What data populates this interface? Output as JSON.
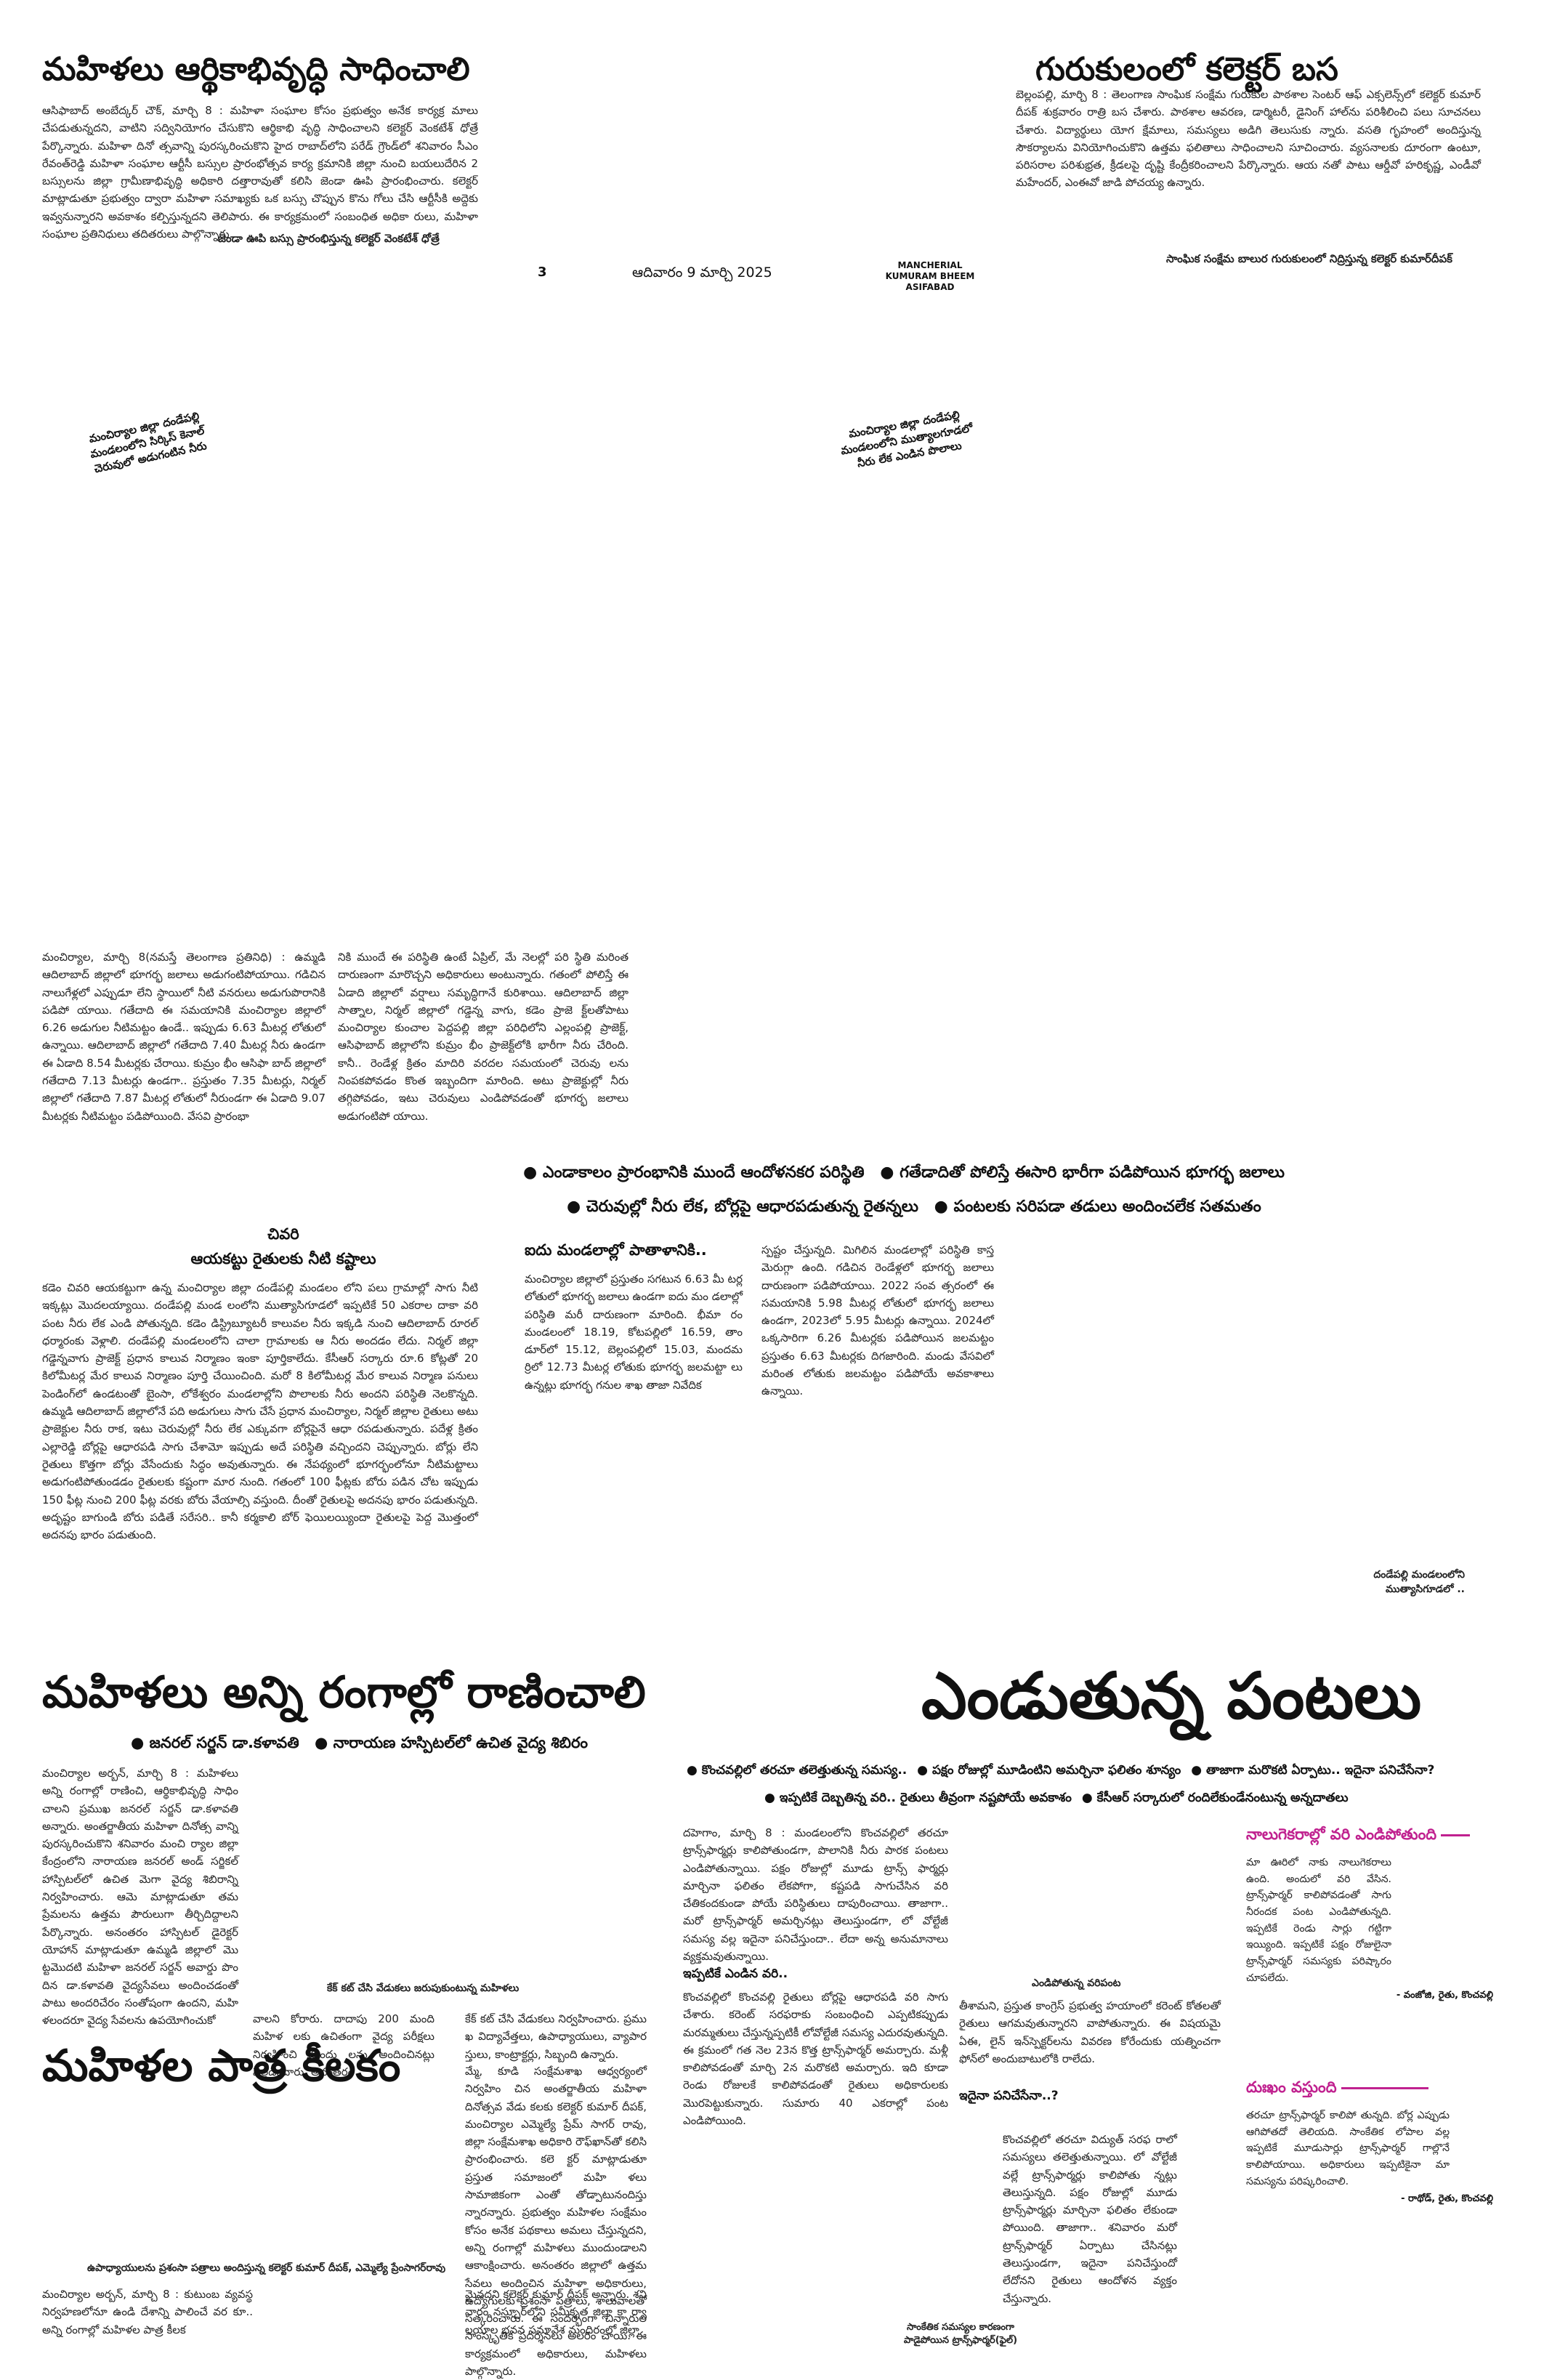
{
  "masthead": {
    "page_no": "3",
    "date": "ఆదివారం 9 మార్చి 2025",
    "edition": [
      "MANCHERIAL",
      "KUMURAM BHEEM",
      "ASIFABAD"
    ]
  },
  "art1": {
    "title": "మహిళలు ఆర్థికాభివృద్ధి సాధించాలి",
    "body": "ఆసిఫాబాద్ అంబేద్కర్ చౌక్, మార్చి 8 : మహిళా సంఘాల కోసం ప్రభుత్వం అనేక కార్యక్ర మాలు చేపడుతున్నదని, వాటిని సద్వినియోగం చేసుకొని ఆర్థికాభి వృద్ధి సాధించాలని కలెక్టర్ వెంకటేశ్ ధోత్రే పేర్కొన్నారు. మహిళా దినో త్సవాన్ని పురస్కరించుకొని హైద రాబాద్‌లోని పరేడ్ గ్రౌండ్‌లో శనివారం సీఎం రేవంత్‌రెడ్డి మహిళా సంఘాల ఆర్టీసీ బస్సుల ప్రారంభోత్సవ కార్య క్రమానికి జిల్లా నుంచి బయలుదేరిన 2 బస్సులను జిల్లా గ్రామీణాభివృద్ధి అధికారి దత్తారావుతో కలిసి జెండా ఊపి ప్రారంభించారు. కలెక్టర్ మాట్లాడుతూ ప్రభుత్వం ద్వారా మహిళా సమాఖ్యకు ఒక బస్సు చొప్పున కొను గోలు చేసి ఆర్టీసీకి అద్దెకు ఇవ్వనున్నారని అవకాశం కల్పిస్తున్నదని తెలిపారు. ఈ కార్యక్రమంలో సంబంధిత అధికా రులు, మహిళా సంఘాల ప్రతినిధులు తదితరులు పాల్గొన్నారు.",
    "caption": "జెండా ఊపి బస్సు ప్రారంభిస్తున్న కలెక్టర్ వెంకటేశ్ ధోత్రే"
  },
  "art2": {
    "title": "గురుకులంలో కలెక్టర్ బస",
    "body": "బెల్లంపల్లి, మార్చి 8 : తెలంగాణ సాంఘిక సంక్షేమ గురుకుల పాఠశాల సెంటర్ ఆఫ్ ఎక్సలెన్స్‌లో కలెక్టర్ కుమార్ దీపక్ శుక్రవారం రాత్రి బస చేశారు. పాఠశాల ఆవరణ, డార్మిటరీ, డైనింగ్ హాల్‌ను పరిశీలించి పలు సూచనలు చేశారు. విద్యార్థులు యోగ క్షేమాలు, సమస్యలు అడిగి తెలుసుకు న్నారు. వసతి గృహంలో అందిస్తున్న సౌకర్యాలను వినియోగించుకొని ఉత్తమ ఫలితాలు సాధించాలని సూచించారు. వ్యసనాలకు దూరంగా ఉంటూ, పరిసరాల పరిశుభ్రత, క్రీడలపై దృష్టి కేంద్రీకరించాలని పేర్కొన్నారు. ఆయ నతో పాటు ఆర్డీవో హరికృష్ణ, ఎండీవో మహేందర్, ఎంఈవో జాడి పోచయ్య ఉన్నారు.",
    "caption": "సాంఘిక సంక్షేమ బాలుర గురుకులంలో నిద్రిస్తున్న కలెక్టర్ కుమార్‌దీపక్"
  },
  "rot_caption1": [
    "మంచిర్యాల జిల్లా దండేపల్లి",
    "మండలంలోని సిర్కిస్ కెనాల్",
    "చెరువులో అడుగంటిన నీరు"
  ],
  "rot_caption2": [
    "మంచిర్యాల జిల్లా దండేపల్లి",
    "మండలంలోని ముత్యాలగూడలో",
    "నీరు లేక ఎండిన పొలాలు"
  ],
  "ground": {
    "col1": "మంచిర్యాల, మార్చి 8(నమస్తే తెలంగాణ ప్రతినిధి) : ఉమ్మడి ఆదిలాబాద్ జిల్లాలో భూగర్భ జలాలు అడుగంటిపోయాయి. గడిచిన నాలుగేళ్లలో ఎప్పుడూ లేని స్థాయిలో నీటి వనరులు అడుగుపొరానికి పడిపో యాయి. గతేదాది ఈ సమయానికి మంచిర్యాల జిల్లాలో 6.26 అడుగుల నీటిమట్టం ఉండే.. ఇప్పుడు 6.63 మీటర్ల లోతులో ఉన్నాయి. ఆదిలాబాద్ జిల్లాలో గతేదాది 7.40 మీటర్ల నీరు ఉండగా ఈ ఏడాది 8.54 మీటర్లకు చేరాయి. కుమ్రం భీం ఆసిఫా బాద్ జిల్లాలో గతేదాది 7.13 మీటర్లు ఉండగా.. ప్రస్తుతం 7.35 మీటర్లు, నిర్మల్ జిల్లాలో గతేదాది 7.87 మీటర్ల లోతులో నీరుండగా ఈ ఏడాది 9.07 మీటర్లకు నీటిమట్టం పడిపోయింది. వేసవి ప్రారంభా",
    "col2": "నికి ముందే ఈ పరిస్థితి ఉంటే ఏప్రిల్, మే నెలల్లో పరి స్థితి మరింత దారుణంగా మారొచ్చని అధికారులు అంటున్నారు. గతంలో పోలిస్తే ఈ ఏడాది జిల్లాలో వర్షాలు సమృద్ధిగానే కురిశాయి. ఆదిలాబాద్ జిల్లా సాత్నాల, నిర్మల్ జిల్లాలో గడ్డెన్న వాగు, కడెం ప్రాజె క్ట్‌లతోపాటు మంచిర్యాల కుంచాల పెద్దపల్లి జిల్లా పరిధిలోని ఎల్లంపల్లి ప్రాజెక్ట్, ఆసిఫాబాద్ జిల్లాలోని కుమ్రం భీం ప్రాజెక్ట్‌లోకి భారీగా నీరు చేరింది. కానీ.. రెండేళ్ల క్రితం మాదిరి వరదల సమయంలో చెరువు లను నింపకపోవడం కొంత ఇబ్బందిగా మారింది. అటు ప్రాజెక్టుల్లో నీరు తగ్గిపోవడం, ఇటు చెరువులు ఎండిపోవడంతో భూగర్భ జలాలు అడుగంటిపో యాయి."
  },
  "ground_bullets": [
    "ఎండాకాలం ప్రారంభానికి ముందే ఆందోళనకర పరిస్థితి",
    "గతేడాదితో పోలిస్తే ఈసారి భారీగా పడిపోయిన భూగర్భ జలాలు",
    "చెరువుల్లో నీరు లేక, బోర్లపై ఆధారపడుతున్న రైతన్నలు",
    "పంటలకు సరిపడా తడులు అందించలేక సతమతం"
  ],
  "five": {
    "sub": "ఐదు మండలాల్లో పాతాళానికి..",
    "col1": "మంచిర్యాల జిల్లాలో ప్రస్తుతం సగటున 6.63 మీ టర్ల లోతులో భూగర్భ జలాలు ఉండగా ఐదు మం డలాల్లో పరిస్థితి మరీ దారుణంగా మారింది. భీమా రం మండలంలో 18.19, కోటపల్లిలో 16.59, తాం డూర్‌లో 15.12, బెల్లంపల్లిలో 15.03, మందమ ర్రిలో 12.73 మీటర్ల లోతుకు భూగర్భ జలమట్టా లు ఉన్నట్లు భూగర్భ గనుల శాఖ తాజా నివేదిక",
    "col2": "స్పష్టం చేస్తున్నది. మిగిలిన మండలాల్లో పరిస్థితి కాస్త మెరుగ్గా ఉంది. గడిచిన రెండేళ్లలో భూగర్భ జలాలు దారుణంగా పడిపోయాయి. 2022 సంవ త్సరంలో ఈ సమయానికి 5.98 మీటర్ల లోతులో భూగర్భ జలాలు ఉండగా, 2023లో 5.95 మీటర్లు ఉన్నాయి. 2024లో ఒక్కసారిగా 6.26 మీటర్లకు పడిపోయిన జలమట్టం ప్రస్తుతం 6.63 మీటర్లకు దిగజారింది. మండు వేసవిలో మరింత లోతుకు జలమట్టం పడిపోయే అవకాశాలు ఉన్నాయి."
  },
  "tail": {
    "kicker": "చివరి",
    "sub": "ఆయకట్టు రైతులకు నీటి కష్టాలు",
    "body": "కడెం చివరి ఆయకట్టుగా ఉన్న మంచిర్యాల జిల్లా దండేపల్లి మండలం లోని పలు గ్రామాల్లో సాగు నీటి ఇక్కట్లు మొదలయ్యాయి. దండేపల్లి మండ లంలోని ముత్యాసిగూడలో ఇప్పటికే 50 ఎకరాల దాకా వరి పంట నీరు లేక ఎండి పోతున్నది. కడెం డిస్ట్రిబ్యూటరీ కాలువల నీరు ఇక్కడి నుంచి ఆదిలాబాద్ రూరల్ ధర్మారంకు వెళ్లాలి. దండేపల్లి మండలంలోని చాలా గ్రామాలకు ఆ నీరు అందడం లేదు. నిర్మల్ జిల్లా గడ్డెన్నవాగు ప్రాజెక్ట్ ప్రధాన కాలువ నిర్మాణం ఇంకా పూర్తికాలేదు. కేసీఆర్ సర్కారు రూ.6 కోట్లతో 20 కిలోమీటర్ల మేర కాలువ నిర్మాణం పూర్తి చేయించింది. మరో 8 కిలోమీటర్ల మేర కాలువ నిర్మాణ పనులు పెండింగ్‌లో ఉండటంతో బైంసా, లోకేశ్వరం మండలాల్లోని పొలాలకు నీరు అందని పరిస్థితి నెలకొన్నది. ఉమ్మడి ఆదిలాబాద్ జిల్లాలోనే పది అడుగులు సాగు చేసే ప్రధాన మంచిర్యాల, నిర్మల్ జిల్లాల రైతులు అటు ప్రాజెక్టుల నీరు రాక, ఇటు చెరువుల్లో నీరు లేక ఎక్కువగా బోర్లపైనే ఆధా రపడుతున్నారు. పదేళ్ల క్రితం ఎల్లారెడ్డి బోర్లపై ఆధారపడి సాగు చేశామో ఇప్పుడు అదే పరిస్థితి వచ్చిందని చెప్పున్నారు. బోర్లు లేని రైతులు కొత్తగా బోర్లు వేసేందుకు సిద్ధం అవుతున్నారు. ఈ నేపథ్యంలో భూగర్భంలోనూ నీటిమట్టాలు అడుగంటిపోతుండడం రైతులకు కష్టంగా మార నుంది. గతంలో 100 ఫీట్లకు బోరు పడిన చోట ఇప్పుడు 150 ఫీట్ల నుంచి 200 ఫీట్ల వరకు బోరు వేయాల్సి వస్తుంది. దీంతో రైతులపై అదనపు భారం పడుతున్నది. అదృష్టం బాగుండి బోరు పడితే సరేసరి.. కానీ కర్మకాలి బోర్ ఫెయిలయ్యిందా రైతులపై పెద్ద మొత్తంలో అదనపు భారం పడుతుంది."
  },
  "gr_caption": "దండేపల్లి మండలంలోని ముత్యాసిగూడలో ..",
  "art3": {
    "title": "మహిళలు అన్ని రంగాల్లో రాణించాలి",
    "bullets": [
      "జనరల్ సర్జన్ డా.కళావతి",
      "నారాయణ హస్పిటల్‌లో ఉచిత వైద్య శిబిరం"
    ],
    "col1": "మంచిర్యాల అర్బన్, మార్చి 8 : మహిళలు అన్ని రంగాల్లో రాణించి, ఆర్థికాభివృద్ధి సాధిం చాలని ప్రముఖ జనరల్ సర్జన్ డా.కళావతి అన్నారు. అంతర్జాతీయ మహిళా దినోత్స వాన్ని పురస్కరించుకొని శనివారం మంచి ర్యాల జిల్లా కేంద్రంలోని నారాయణ జనరల్ అండ్ సర్జికల్ హాస్పిటల్‌లో ఉచిత మెగా వైద్య శిబిరాన్ని నిర్వహించారు. ఆమె మాట్లాడుతూ తమ ప్రేమలను ఉత్తమ పౌరులుగా తీర్చిదిద్దాలని పేర్కొన్నారు. అనంతరం హాస్పిటల్ డైరెక్టర్ యోహాన్ మాట్లాడుతూ ఉమ్మడి జిల్లాలో మొ ట్టమొదటి మహిళా జనరల్ సర్జన్ అవార్డు పొం దిన డా.కళావతి వైద్యసేవలు అందించడంతో పాటు అందరిచేరం సంతోషంగా ఉందని, మహి ళలందరూ వైద్య సేవలను ఉపయోగించుకో",
    "col2": "వాలని కోరారు. దాదాపు 200 మంది మహిళ లకు ఉచితంగా వైద్య పరీక్షలు నిర్వహించి మందు లను అందించినట్లు వెల్లడించారు. అనంతరం",
    "col3": "కేక్ కట్ చేసి వేడుకలు నిర్వహించారు. ప్రము ఖ విద్యావేత్తలు, ఉపాధ్యాయులు, వ్యాపార స్తులు, కాంట్రాక్టర్లు, సిబ్బంది ఉన్నారు.",
    "caption": "కేక్ కట్ చేసి వేడుకలు జరుపుకుంటున్న మహిళలు"
  },
  "art4": {
    "title": "మహిళల పాత్ర కీలకం",
    "caption": "ఉపాధ్యాయులను ప్రశంసా పత్రాలు అందిస్తున్న కలెక్టర్ కుమార్ దీపక్, ఎమ్మెల్యే ప్రేంసాగర్‌రావు",
    "col_body": "మ్మే, కూడి సంక్షేమశాఖ ఆధ్వర్యంలో నిర్వహిం చిన అంతర్జాతీయ మహిళా దినోత్సవ వేడు కలకు కలెక్టర్ కుమార్ దీపక్, మంచిర్యాల ఎమ్మెల్యే ప్రేమ్ సాగర్ రావు, జిల్లా సంక్షేమశాఖ అధికారి రౌఫ్‌ఖాన్‌తో కలిసి ప్రారంభించారు. కలె క్టర్ మాట్లాడుతూ ప్రస్తుత సమాజంలో మహి ళలు సామాజికంగా ఎంతో తోడ్పాటునందిస్తు న్నారన్నారు. ప్రభుత్వం మహిళల సంక్షేమం కోసం అనేక పథకాలు అమలు చేస్తున్నదని, అన్ని రంగాల్లో మహిళలు ముందుండాలని ఆకాంక్షించారు. అనంతరం జిల్లాలో ఉత్తమ సేవలు అందించిన మహిళా అధికారులు, ఉద్యోగులకు ప్రశంసా పత్రాలు, శాలువాలతో సత్కరించారు. ఈ సందర్భంగా చిన్నారుల సాంస్కృతిక ప్రదర్శనలు అలరిం చాయి. ఈ కార్యక్రమంలో అధికారులు, మహిళలు పాల్గొన్నారు.",
    "col1": "మంచిర్యాల అర్బన్, మార్చి 8 : కుటుంబ వ్యవస్థ నిర్వహణలోనూ ఉండి దేశాన్ని పాలించే వర కూ.. అన్ని రంగాల్లో మహిళల పాత్ర కీలక",
    "col2": "మైనదని కలెక్టర్ కుమార్ దీపక్ అన్నారు. శని వారం నస్పూర్‌లోని సమీకృత జిల్లా కా ర్యా లయాల భవన సమావేశ మందిరంలో జిల్లా"
  },
  "art5": {
    "title": "ఎండుతున్న పంటలు",
    "bullets_row1": [
      "కొంచవల్లిలో తరచూ తలెత్తుతున్న సమస్య..",
      "పక్షం రోజుల్లో మూడింటిని అమర్చినా ఫలితం శూన్యం",
      "తాజాగా మరొకటి ఏర్పాటు.. ఇదైనా పనిచేసేనా?"
    ],
    "bullets_row2": [
      "ఇప్పటికే దెబ్బతిన్న వరి.. రైతులు తీవ్రంగా నష్టపోయే అవకాశం",
      "కేసీఆర్ సర్కారులో రందిలేకుండేనంటున్న అన్నదాతలు"
    ],
    "col1a": "దహెగాం, మార్చి 8 : మండలంలోని కొంచవల్లిలో తరచూ ట్రాన్స్‌ఫార్మర్లు కాలిపోతుండగా, పొలానికి నీరు పారక పంటలు ఎండిపోతున్నాయి. పక్షం రోజుల్లో మూడు ట్రాన్స్ ఫార్మర్లు మార్చినా ఫలితం లేకపోగా, కష్టపడి సాగుచేసిన వరి చేతికందకుండా పోయే పరిస్థితులు దాపురించాయి. తాజాగా.. మరో ట్రాన్స్‌ఫార్మర్ అమర్చినట్లు తెలుస్తుండగా, లో వోల్టేజీ సమస్య వల్ల ఇదైనా పనిచేస్తుందా.. లేదా అన్న అనుమానాలు వ్యక్తమవుతున్నాయి.",
    "sub1": "ఇప్పటికే ఎండిన వరి..",
    "col1b": "కొంచవల్లిలో కొంచవల్లి రైతులు బోర్లపై ఆధారపడి వరి సాగు చేశారు. కరెంట్ సరఫరాకు సంబంధించి ఎప్పటికప్పుడు మరమ్మతులు చేస్తున్నప్పటికీ లోవోల్టేజీ సమస్య ఎదురవుతున్నది. ఈ క్రమంలో గత నెల 23న కొత్త ట్రాన్స్‌ఫార్మర్ అమర్చారు. మళ్లీ కాలిపోవడంతో మార్చి 2న మరొకటి అమర్చారు. ఇది కూడా రెండు రోజులకే కాలిపోవడంతో రైతులు అధికారులకు మొరపెట్టుకున్నారు. సుమారు 40 ఎకరాల్లో పంట ఎండిపోయింది.",
    "sub2": "ఎండిపోతున్న వరిపంట",
    "col2a": "తీశామని, ప్రస్తుత కాంగ్రెస్ ప్రభుత్వ హయాంలో కరెంట్ కోతలతో రైతులు ఆగమవుతున్నారని వాపోతున్నారు. ఈ విషయమై ఏఈ, లైన్ ఇన్‌స్పెక్టర్‌లను వివరణ కోరేందుకు యత్నించగా ఫోన్‌లో అందుబాటులోకి రాలేదు.",
    "sub3": "ఇదైనా పనిచేసేనా..?",
    "col2b": "కొంచవల్లిలో తరచూ విద్యుత్ సరఫ రాలో సమస్యలు తలెత్తుతున్నాయి. లో వోల్టేజీ వల్లే ట్రాన్స్‌ఫార్మర్లు కాలిపోతు న్నట్లు తెలుస్తున్నది. పక్షం రోజుల్లో మూడు ట్రాన్స్‌ఫార్మర్లు మార్చినా ఫలితం లేకుండా పోయింది. తాజాగా.. శనివారం మరో ట్రాన్స్‌ఫార్మర్ ఏర్పాటు చేసినట్లు తెలుస్తుండగా, ఇదైనా పనిచేస్తుందో లేదోనని రైతులు ఆందోళన వ్యక్తం చేస్తున్నారు.",
    "caption": "సాంకేతిక సమస్యల కారణంగా పాడైపోయిన ట్రాన్స్‌ఫార్మర్(ఫైల్)",
    "side1_head": "నాలుగెకరాల్లో వరి ఎండిపోతుంది",
    "side1_body": "మా ఊరిలో నాకు నాలుగెకరాలు ఉంది. అందులో వరి వేసిన. ట్రాన్స్‌ఫార్మర్ కాలిపోవడంతో సాగు నీరందక పంట ఎండిపోతున్నది. ఇప్పటికే రెండు సార్లు గట్టిగా ఇయ్యింది. ఇప్పటికే పక్షం రోజులైనా ట్రాన్స్‌ఫార్మర్ సమస్యకు పరిష్కారం చూపలేదు.",
    "side1_sig": "- వంజోజి, రైతు, కొంచవల్లి",
    "side2_head": "దుఃఖం వస్తుంది",
    "side2_body": "తరచూ ట్రాన్స్‌ఫార్మర్ కాలిపో తున్నది. బోర్ల ఎప్పుడు ఆగిపోతదో తెలియది. సాంకేతిక లోపాల వల్ల ఇప్పటికే మూడుసార్లు ట్రాన్స్‌ఫార్మర్ గాల్లొనే కాలిపోయాయి. అధికారులు ఇప్పటికైనా మా సమస్యను పరిష్కరించాలి.",
    "side2_sig": "- రాథోడ్, రైతు, కొంచవల్లి"
  }
}
